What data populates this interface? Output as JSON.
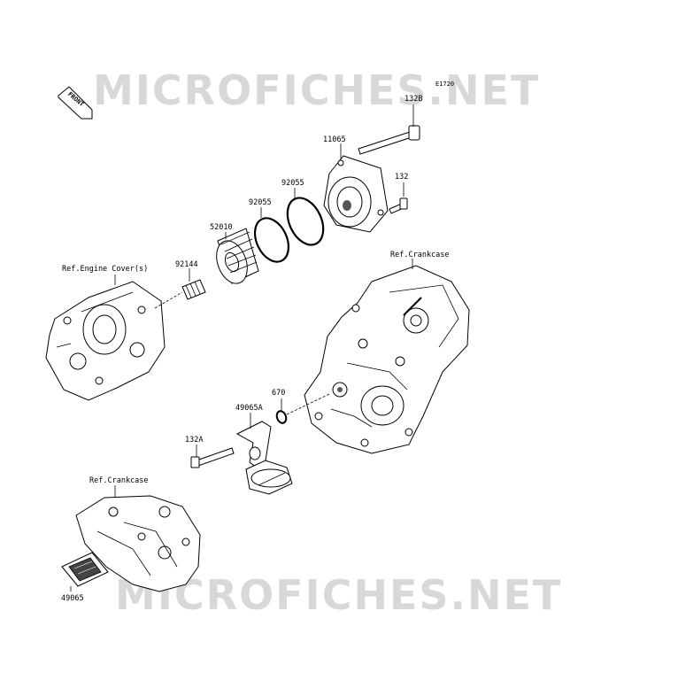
{
  "watermark": {
    "text": "MICROFICHES.NET"
  },
  "diagram_code": "E1720",
  "front_arrow": {
    "label": "FRONT"
  },
  "refs": {
    "engine_cover": "Ref.Engine Cover(s)",
    "crankcase_right": "Ref.Crankcase",
    "crankcase_left": "Ref.Crankcase"
  },
  "parts": {
    "p132B": "132B",
    "p11065": "11065",
    "p132": "132",
    "p92055a": "92055",
    "p92055b": "92055",
    "p52010": "52010",
    "p92144": "92144",
    "p670": "670",
    "p49065A": "49065A",
    "p132A": "132A",
    "p49065": "49065"
  }
}
